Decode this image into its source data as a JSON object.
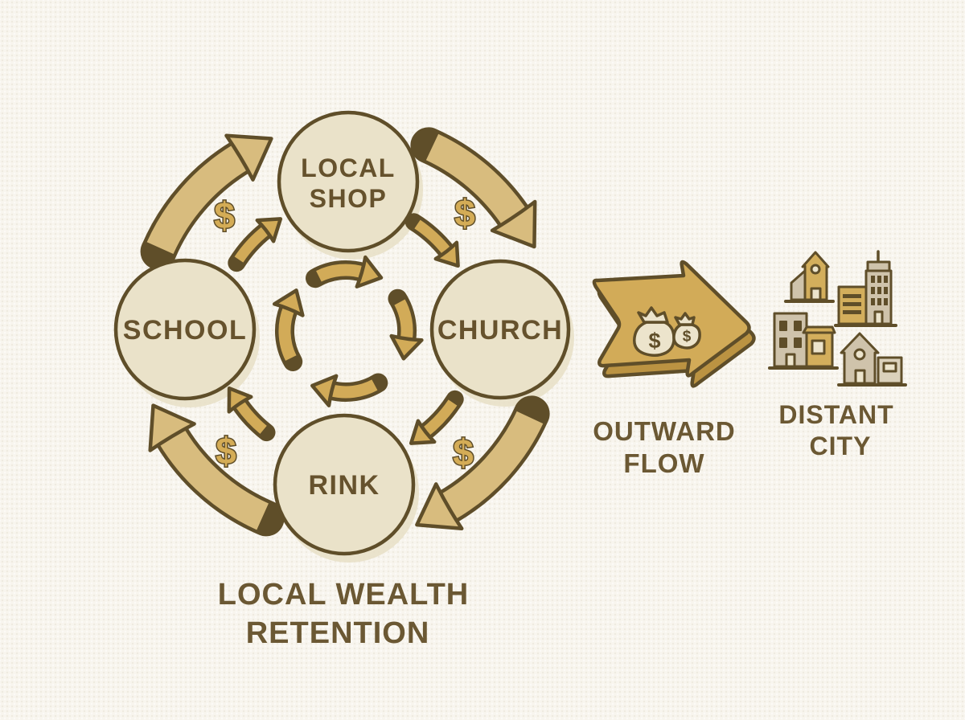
{
  "figure": {
    "title": "Local wealth retention vs outward flow diagram"
  },
  "nodes": {
    "local_shop": {
      "line1": "LOCAL",
      "line2": "SHOP"
    },
    "church": {
      "label": "CHURCH"
    },
    "rink": {
      "label": "RINK"
    },
    "school": {
      "label": "SCHOOL"
    }
  },
  "labels": {
    "retention": {
      "line1": "LOCAL WEALTH",
      "line2": "RETENTION"
    },
    "outward": {
      "line1": "OUTWARD",
      "line2": "FLOW"
    },
    "city": {
      "line1": "DISTANT",
      "line2": "CITY"
    }
  },
  "symbols": {
    "currency": "$"
  },
  "icons": {
    "cycle": "circular-flow-arrows-icon",
    "dollar": "dollar-sign-icon",
    "outward": "block-arrow-right-icon",
    "money": "money-bags-icon",
    "city": "city-buildings-icon"
  },
  "palette": {
    "background": "#f8f5ee",
    "ink": "#5f4e29",
    "text_brown": "#6b5833",
    "gold": "#d2ab58",
    "gold_light": "#d8bc7e",
    "gold_dark": "#bb9342",
    "cream": "#eae2c9",
    "grey_tan": "#cfc3ab"
  }
}
